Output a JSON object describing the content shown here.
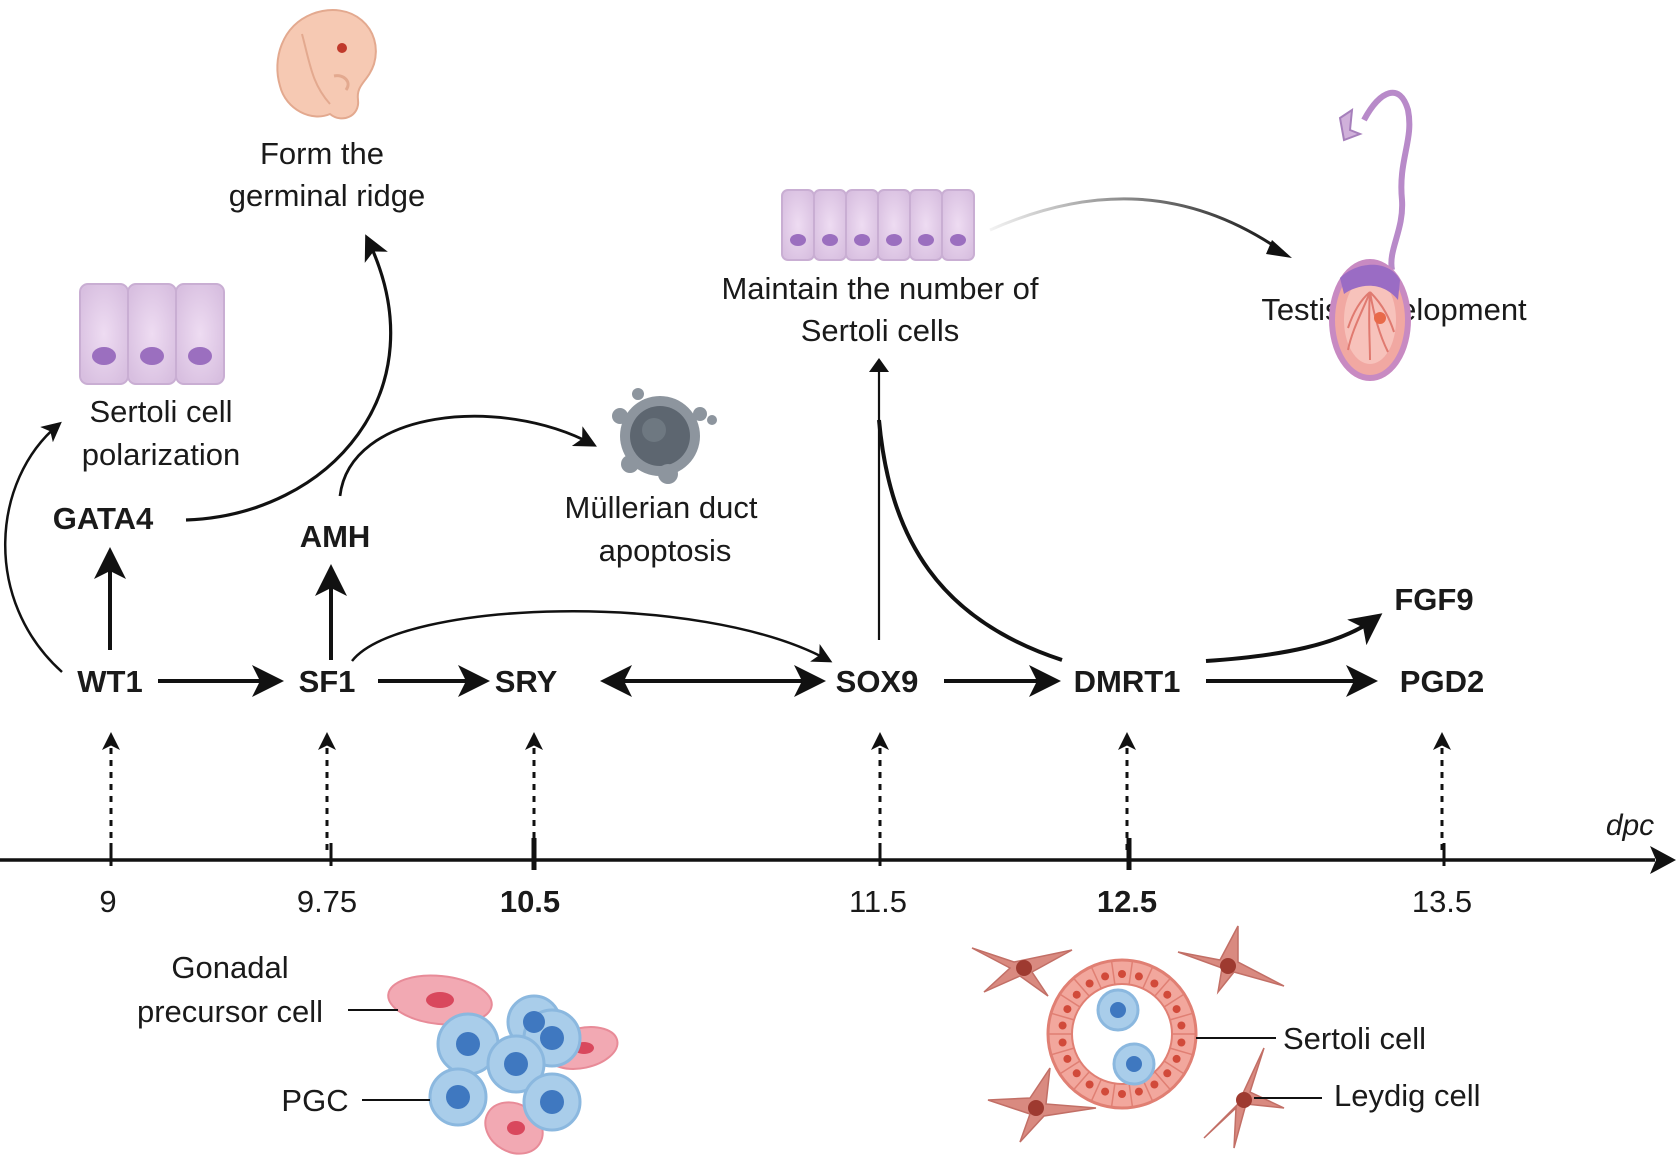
{
  "genes": {
    "wt1": "WT1",
    "sf1": "SF1",
    "sry": "SRY",
    "sox9": "SOX9",
    "dmrt1": "DMRT1",
    "pgd2": "PGD2",
    "fgf9": "FGF9",
    "gata4": "GATA4",
    "amh": "AMH"
  },
  "outcomes": {
    "germinal_ridge": [
      "Form  the",
      "germinal ridge"
    ],
    "sertoli_polarization": [
      "Sertoli cell",
      "polarization"
    ],
    "mullerian": [
      "Müllerian duct",
      "apoptosis"
    ],
    "maintain_sertoli": [
      "Maintain the number of",
      "Sertoli cells"
    ],
    "testis": "Testis development"
  },
  "axis": {
    "unit": "dpc",
    "ticks": [
      {
        "label": "9",
        "bold": false
      },
      {
        "label": "9.75",
        "bold": false
      },
      {
        "label": "10.5",
        "bold": true
      },
      {
        "label": "11.5",
        "bold": false
      },
      {
        "label": "12.5",
        "bold": true
      },
      {
        "label": "13.5",
        "bold": false
      }
    ]
  },
  "legend": {
    "gonadal_precursor": [
      "Gonadal",
      "precursor cell"
    ],
    "pgc": "PGC",
    "sertoli_cell": "Sertoli cell",
    "leydig_cell": "Leydig cell"
  },
  "colors": {
    "arrow": "#111111",
    "sertoli_fill": "#e2cde8",
    "sertoli_nucleus": "#9b6fbf",
    "pgc_fill": "#a9cdea",
    "pgc_nucleus": "#3f78c0",
    "precursor_fill": "#f2a9b3",
    "precursor_nucleus": "#d9485d",
    "leydig_fill": "#d98a80",
    "embryo_fill": "#f6c9b3"
  },
  "icons": [
    "embryo-icon",
    "sertoli-cells-icon",
    "apoptotic-cell-icon",
    "testis-icon",
    "germ-cell-cluster-icon",
    "seminiferous-tubule-icon",
    "leydig-cell-icon"
  ]
}
